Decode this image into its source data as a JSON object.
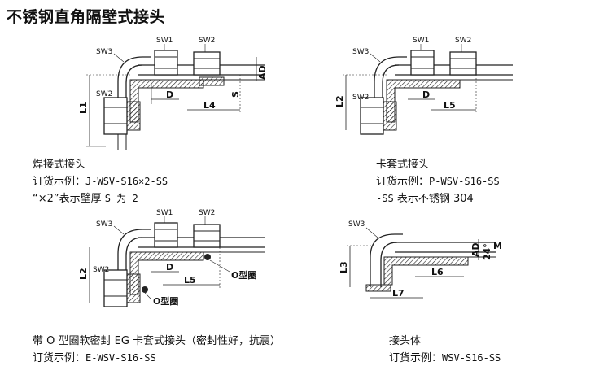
{
  "title": "不锈钢直角隔壁式接头",
  "figures": {
    "welding": {
      "labels": {
        "sw1": "SW1",
        "sw2_top": "SW2",
        "sw3": "SW3",
        "sw2_side": "SW2",
        "l1": "L1",
        "d": "D",
        "l4": "L4",
        "s": "S",
        "ad": "AD"
      },
      "caption_title": "焊接式接头",
      "order_prefix": "订货示例：",
      "order_code": "J-WSV-S16×2-SS",
      "note_prefix": "“×2”表示壁厚",
      "note_code": "S 为 2"
    },
    "ferrule": {
      "labels": {
        "sw1": "SW1",
        "sw2_top": "SW2",
        "sw3": "SW3",
        "sw2_side": "SW2",
        "l2": "L2",
        "d": "D",
        "l5": "L5"
      },
      "caption_title": "卡套式接头",
      "order_prefix": "订货示例：",
      "order_code": "P-WSV-S16-SS",
      "note_code": "-SS",
      "note_text": "表示不锈钢 304"
    },
    "oring": {
      "labels": {
        "sw1": "SW1",
        "sw2_top": "SW2",
        "sw3": "SW3",
        "sw2_side": "SW2",
        "l2": "L2",
        "d": "D",
        "l5": "L5",
        "oring_top": "O型圈",
        "oring_bottom": "O型圈"
      },
      "caption_title": "带 O 型圈软密封 EG 卡套式接头（密封性好，抗震）",
      "order_prefix": "订货示例：",
      "order_code": "E-WSV-S16-SS"
    },
    "body": {
      "labels": {
        "sw3": "SW3",
        "l3": "L3",
        "l6": "L6",
        "l7": "L7",
        "ad": "AD",
        "thread": "24°"
      },
      "caption_title": "接头体",
      "order_prefix": "订货示例：",
      "order_code": "WSV-S16-SS"
    }
  }
}
